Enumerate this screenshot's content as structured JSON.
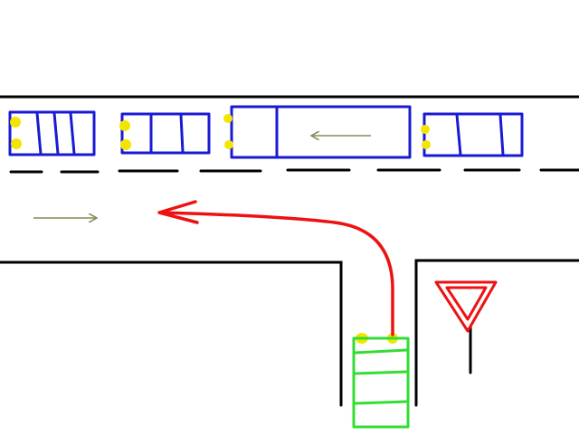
{
  "scene": {
    "background": "#ffffff",
    "colors": {
      "road_edge": "#000000",
      "lane_marking": "#000000",
      "main_road_cars": "#1a1ad4",
      "turning_car": "#33dd33",
      "headlights": "#f2e600",
      "direction_arrows": "#8a8a5c",
      "turn_path": "#ee1111",
      "yield_sign": "#ee1111",
      "sign_post": "#000000"
    },
    "main_road_cars": [
      {
        "name": "car-1",
        "heading": "left"
      },
      {
        "name": "car-2",
        "heading": "left"
      },
      {
        "name": "bus",
        "heading": "left"
      },
      {
        "name": "car-3",
        "heading": "left"
      }
    ],
    "turning_car": {
      "name": "green-car",
      "heading": "up",
      "maneuver": "left-turn"
    },
    "lane_directions": [
      "left",
      "right"
    ],
    "sign": "yield-sign"
  }
}
